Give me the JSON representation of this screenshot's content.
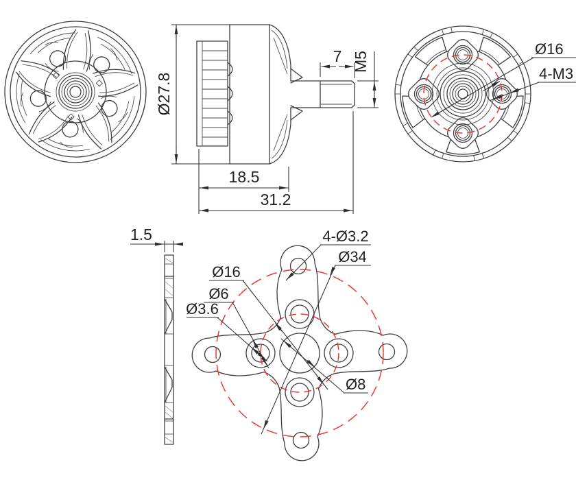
{
  "colors": {
    "line": "#3d3d3d",
    "dimension": "#2e2e2e",
    "accent_red": "#e83a30",
    "background": "#ffffff"
  },
  "side_view_dims": {
    "body_diameter": "Ø27.8",
    "shaft_length": "7",
    "shaft_thread": "M5",
    "body_length": "18.5",
    "total_length": "31.2"
  },
  "back_view_dims": {
    "bolt_circle": "Ø16",
    "mount_holes": "4-M3"
  },
  "mount_view_dims": {
    "plate_thickness": "1.5",
    "arm_holes": "4-Ø3.2",
    "outer_bolt_circle": "Ø34",
    "inner_bolt_circle": "Ø16",
    "counterbore": "Ø6",
    "inner_hole": "Ø3.6",
    "center_hole": "Ø8"
  }
}
